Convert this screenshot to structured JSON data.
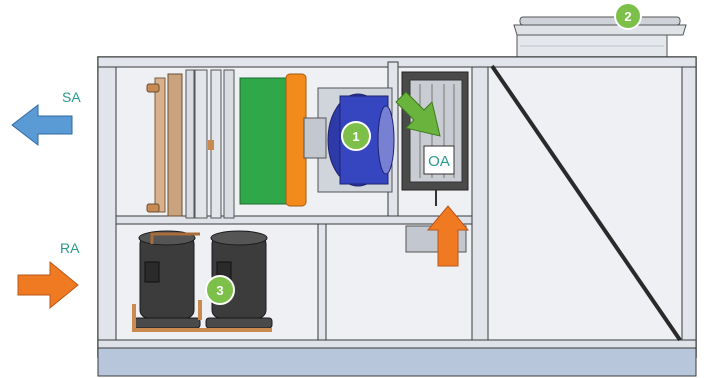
{
  "labels": {
    "supply_air": "SA",
    "return_air": "RA",
    "outside_air": "OA"
  },
  "callouts": {
    "blower": "1",
    "top_fan": "2",
    "compressors": "3"
  },
  "colors": {
    "frame_fill": "#e6e9ef",
    "frame_stroke": "#3a3a3a",
    "base_rail": "#b7c6db",
    "coil_green": "#2fa84a",
    "coil_orange": "#f28a1c",
    "blower_blue": "#2e3aa8",
    "arrow_blue": "#5b9bd5",
    "arrow_orange": "#f07a22",
    "arrow_green": "#6ab43e",
    "badge_green": "#7cc04a",
    "compressor": "#3c3c3c",
    "label_teal": "#2a9a8f"
  },
  "icons": [
    "supply-air-arrow-icon",
    "return-air-arrow-icon",
    "outside-air-arrow-icon",
    "intake-arrow-icon"
  ]
}
